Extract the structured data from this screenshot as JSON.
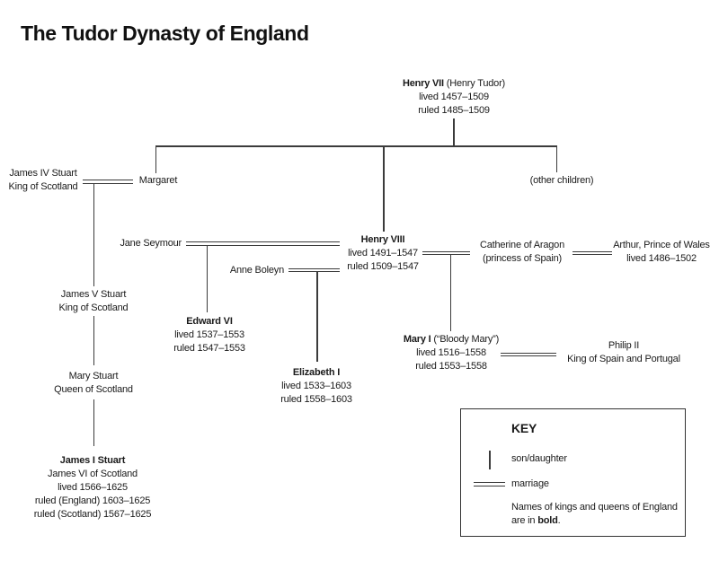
{
  "title": "The Tudor Dynasty of England",
  "people": {
    "henry7": {
      "name": "Henry VII",
      "name_suffix": " (Henry Tudor)",
      "lived": "lived 1457–1509",
      "ruled": "ruled 1485–1509"
    },
    "james4": {
      "line1": "James IV Stuart",
      "line2": "King of Scotland"
    },
    "margaret": {
      "name": "Margaret"
    },
    "other_children": {
      "name": "(other children)"
    },
    "jane_seymour": {
      "name": "Jane Seymour"
    },
    "anne_boleyn": {
      "name": "Anne Boleyn"
    },
    "henry8": {
      "name": "Henry VIII",
      "lived": "lived 1491–1547",
      "ruled": "ruled 1509–1547"
    },
    "catherine": {
      "line1": "Catherine of Aragon",
      "line2": "(princess of Spain)"
    },
    "arthur": {
      "line1": "Arthur, Prince of Wales",
      "line2": "lived 1486–1502"
    },
    "edward6": {
      "name": "Edward VI",
      "lived": "lived 1537–1553",
      "ruled": "ruled 1547–1553"
    },
    "elizabeth1": {
      "name": "Elizabeth I",
      "lived": "lived 1533–1603",
      "ruled": "ruled 1558–1603"
    },
    "mary1": {
      "name": "Mary I",
      "name_suffix": " (“Bloody Mary”)",
      "lived": "lived 1516–1558",
      "ruled": "ruled 1553–1558"
    },
    "philip2": {
      "line1": "Philip II",
      "line2": "King of Spain and Portugal"
    },
    "james5": {
      "line1": "James V Stuart",
      "line2": "King of Scotland"
    },
    "mary_stuart": {
      "line1": "Mary Stuart",
      "line2": "Queen of Scotland"
    },
    "james1": {
      "name": "James I Stuart",
      "line2": "James VI of Scotland",
      "line3": "lived 1566–1625",
      "line4": "ruled (England) 1603–1625",
      "line5": "ruled (Scotland) 1567–1625"
    }
  },
  "key": {
    "title": "KEY",
    "son_daughter_label": "son/daughter",
    "marriage_label": "marriage",
    "note_line1": "Names of kings and queens of England",
    "note_prefix": "are in ",
    "note_bold": "bold",
    "note_suffix": "."
  },
  "colors": {
    "line": "#3b3b3b",
    "text": "#1a1a1a"
  }
}
